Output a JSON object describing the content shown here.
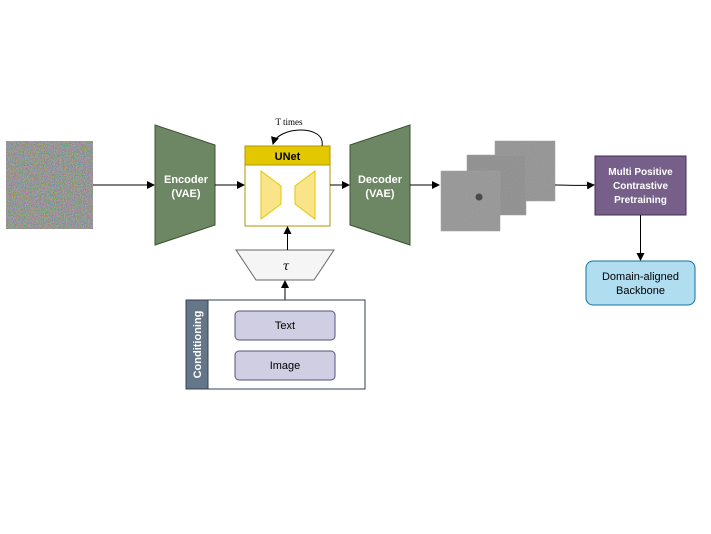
{
  "encoder": {
    "line1": "Encoder",
    "line2": "(VAE)"
  },
  "unet": {
    "title": "UNet",
    "loop_label": "T times"
  },
  "decoder": {
    "line1": "Decoder",
    "line2": "(VAE)"
  },
  "tau": {
    "symbol": "τ"
  },
  "conditioning": {
    "title": "Conditioning",
    "items": [
      "Text",
      "Image"
    ]
  },
  "contrastive": {
    "line1": "Multi Positive",
    "line2": "Contrastive",
    "line3": "Pretraining"
  },
  "backbone": {
    "line1": "Domain-aligned",
    "line2": "Backbone"
  },
  "colors": {
    "trapezoid_green": "#6d8764",
    "unet_header": "#e3c800",
    "unet_inner": "#f9e48a",
    "purple": "#76608a",
    "lavender": "#d0cee2",
    "cond_bar": "#647687",
    "backbone_fill": "#b1ddf0",
    "backbone_stroke": "#10739e"
  },
  "icons": [
    "noise-image-icon",
    "generated-image-icon"
  ]
}
